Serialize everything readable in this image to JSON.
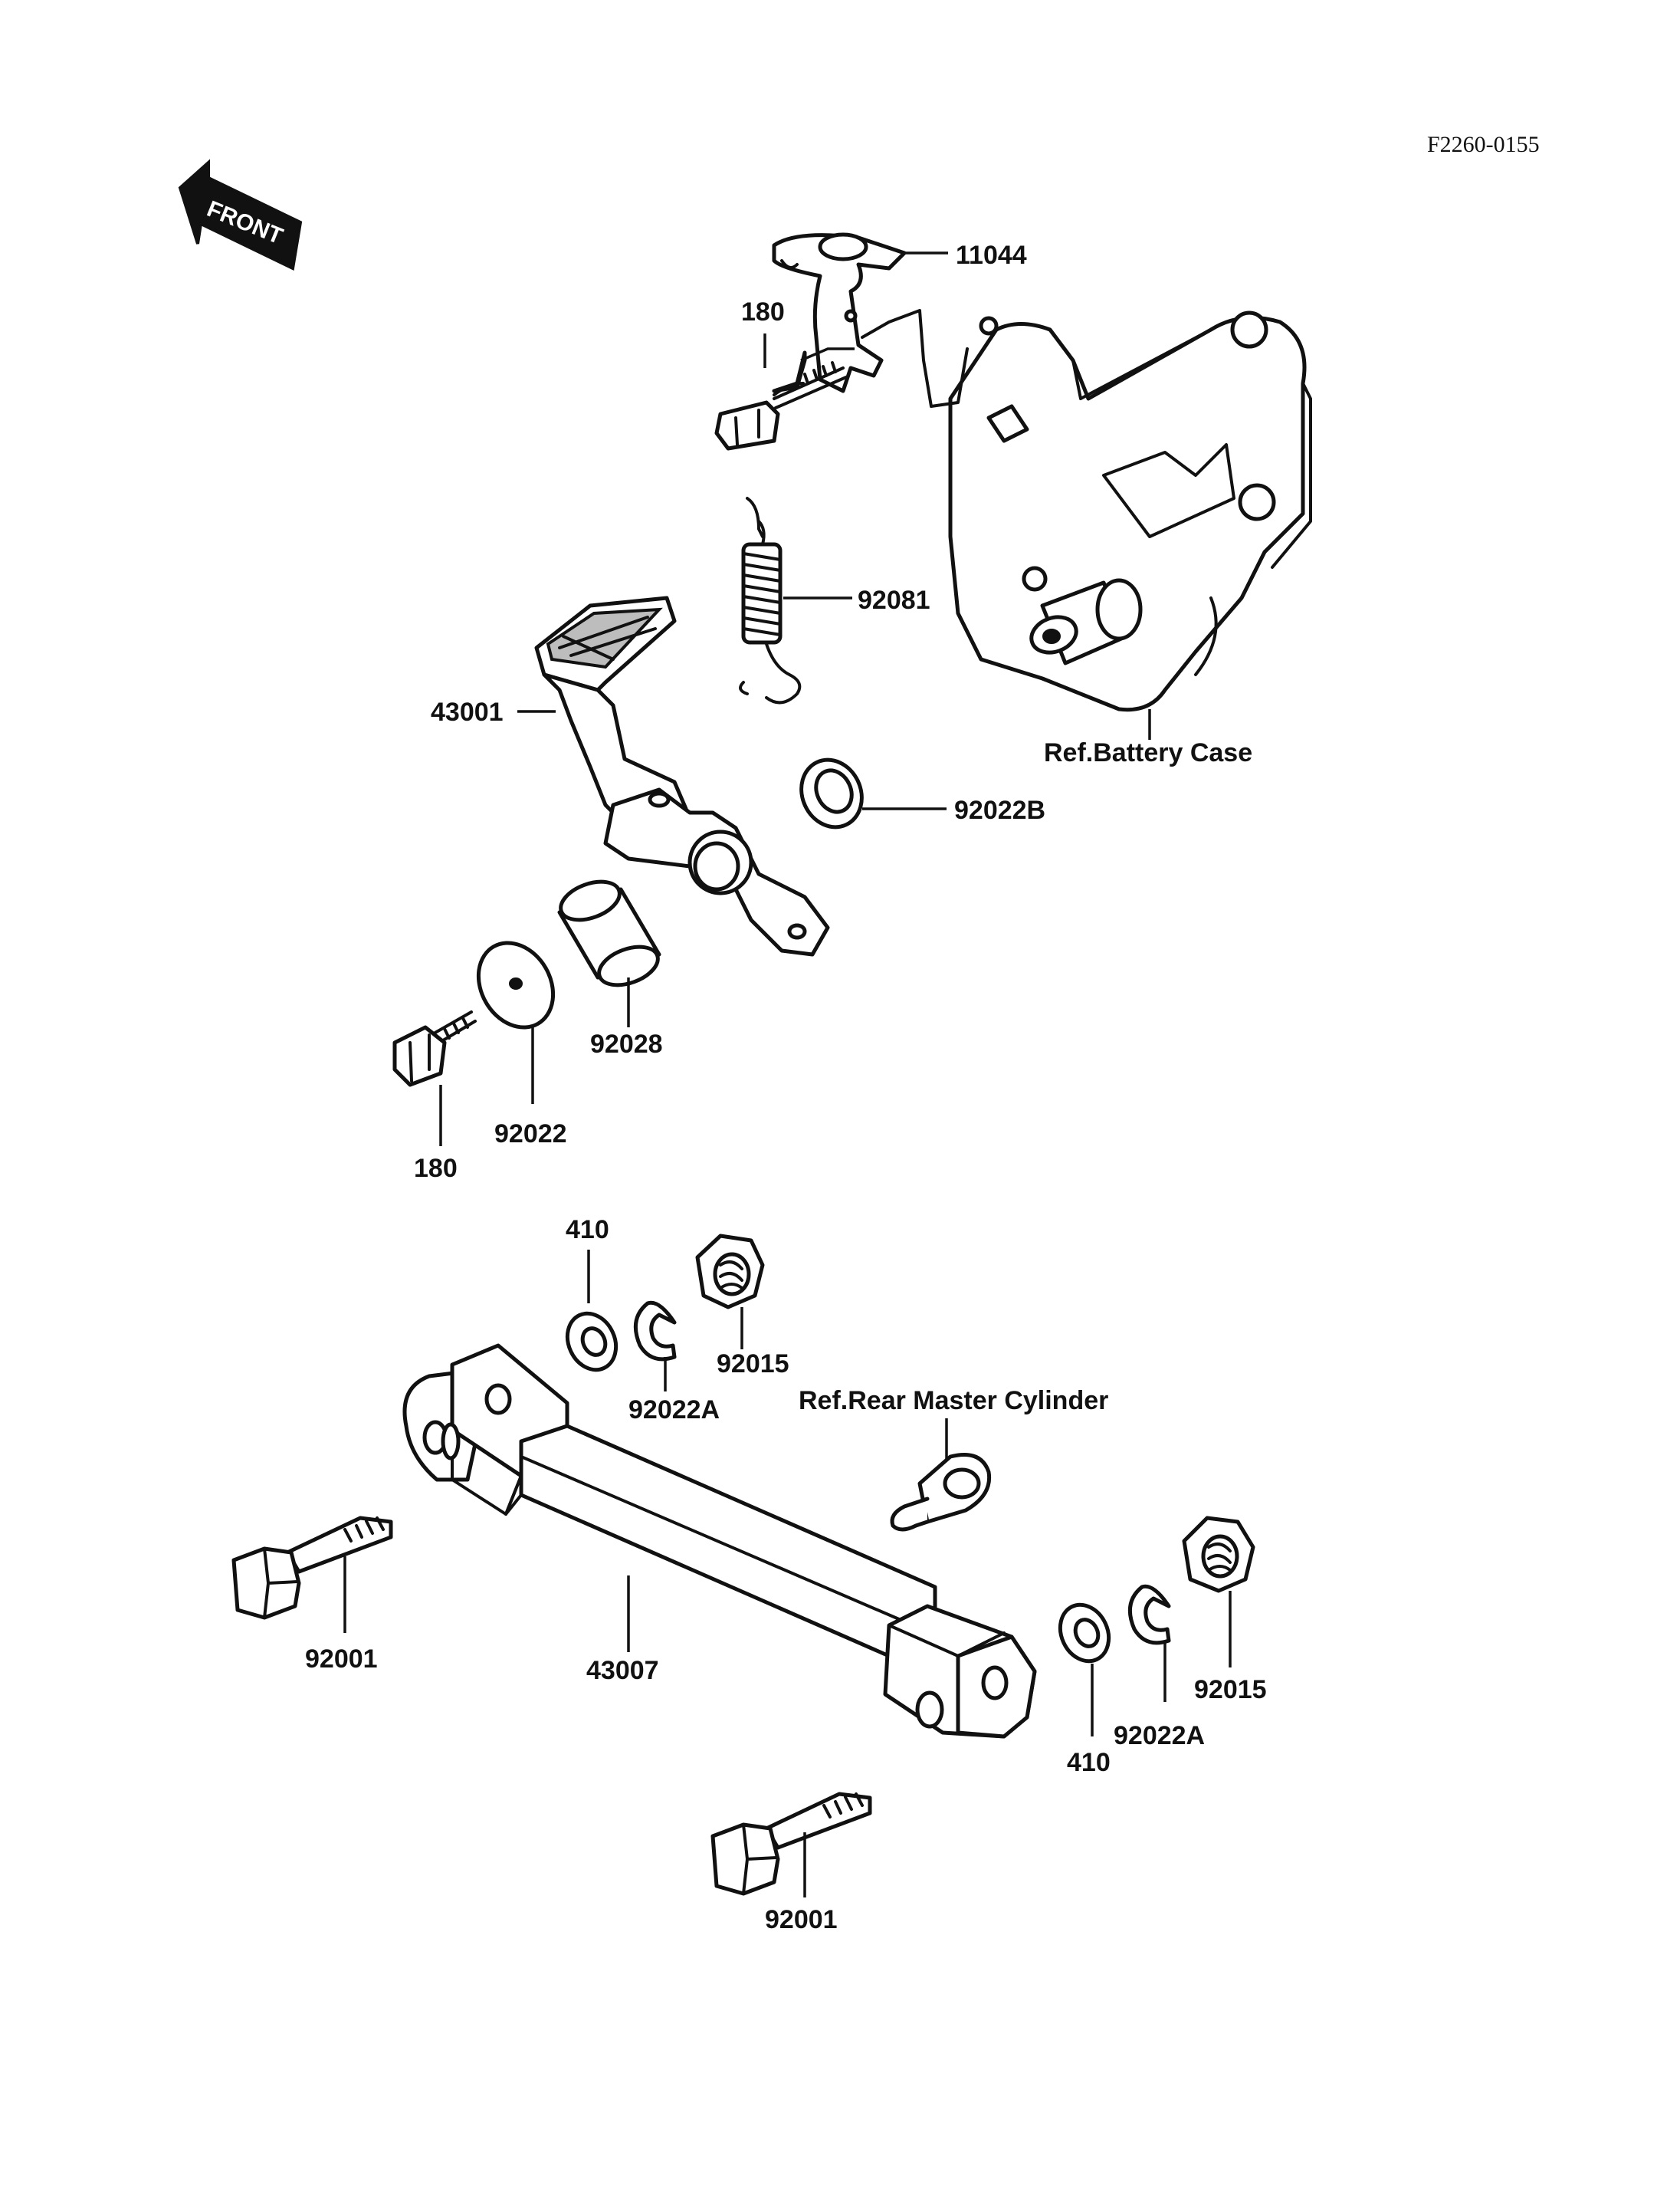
{
  "drawing_code": "F2260-0155",
  "front_label": "FRONT",
  "labels": {
    "bracket": "11044",
    "bolt_upper": "180",
    "spring": "92081",
    "pedal": "43001",
    "washer_b": "92022B",
    "ref_battery": "Ref.Battery Case",
    "collar": "92028",
    "washer": "92022",
    "bolt_lower": "180",
    "washer_410_top": "410",
    "circlip_top": "92022A",
    "nut_top": "92015",
    "ref_master": "Ref.Rear Master Cylinder",
    "bolt_left": "92001",
    "rod": "43007",
    "washer_410_right": "410",
    "circlip_right": "92022A",
    "nut_right": "92015",
    "bolt_bottom": "92001"
  }
}
